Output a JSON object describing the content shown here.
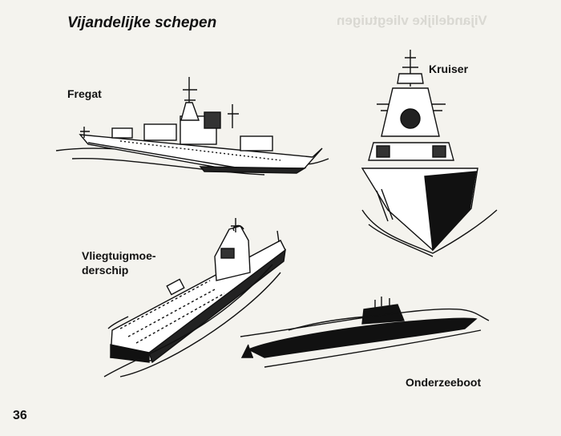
{
  "page": {
    "title": "Vijandelijke schepen",
    "page_number": "36"
  },
  "ships": {
    "frigate": "Fregat",
    "cruiser": "Kruiser",
    "carrier_line1": "Vliegtuigmoe-",
    "carrier_line2": "derschip",
    "submarine": "Onderzeeboot"
  },
  "colors": {
    "paper": "#f4f3ee",
    "ink": "#111111",
    "bleed_through": "#d9d8d2"
  }
}
